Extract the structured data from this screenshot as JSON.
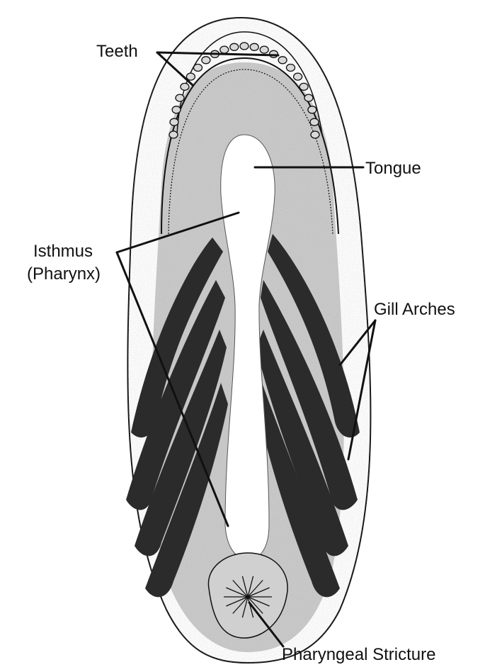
{
  "colors": {
    "ink": "#111111",
    "gill_fill": "#2b2b2b",
    "stipple": "#333333",
    "background": "#ffffff",
    "tooth_fill": "#d9d9d9"
  },
  "labels": {
    "teeth": "Teeth",
    "tongue": "Tongue",
    "isthmus": "Isthmus",
    "pharynx": "(Pharynx)",
    "gill_arches": "Gill Arches",
    "pharyngeal_stricture": "Pharyngeal Stricture"
  }
}
